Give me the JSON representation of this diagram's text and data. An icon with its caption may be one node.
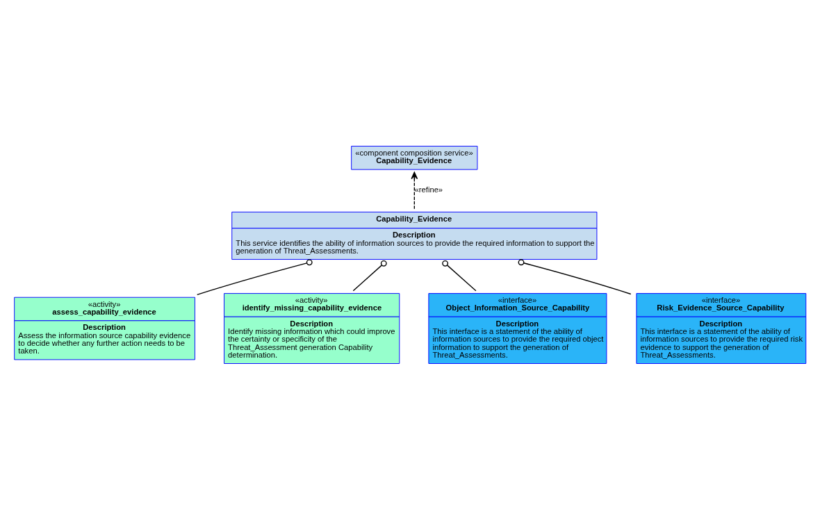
{
  "diagram": {
    "nodes": [
      {
        "text": [
          "«component composition service»",
          "Capability_Evidence"
        ]
      },
      {
        "text": [
          "Capability_Evidence",
          "Description",
          "This service identifies the ability of information sources to provide the required information to support the generation of Threat_Assessments."
        ]
      },
      {
        "text": [
          "«activity»",
          "assess_capability_evidence",
          "Description",
          "Assess the information source capability evidence to decide whether any further action needs to be taken."
        ]
      },
      {
        "text": [
          "«activity»",
          "identify_missing_capability_evidence",
          "Description",
          "Identify missing information which could improve the certainty or specificity of the Threat_Assessment generation Capability determination."
        ]
      },
      {
        "text": [
          "«interface»",
          "Object_Information_Source_Capability",
          "Description",
          "This interface is a statement of the ability of information sources to provide the required object information to support the generation of Threat_Assessments."
        ]
      },
      {
        "text": [
          "«interface»",
          "Risk_Evidence_Source_Capability",
          "Description",
          "This interface is a statement of the ability of information sources to provide the required risk evidence to support the generation of Threat_Assessments."
        ]
      }
    ],
    "edges": [
      {
        "from": 1,
        "to": 0,
        "arrow": "to",
        "style": "dashed",
        "label": "«refine»"
      },
      {
        "from": 2,
        "to": 1,
        "arrow": "other"
      },
      {
        "from": 3,
        "to": 1,
        "arrow": "other"
      },
      {
        "from": 4,
        "to": 1,
        "arrow": "other"
      },
      {
        "from": 5,
        "to": 1,
        "arrow": "other"
      }
    ]
  }
}
